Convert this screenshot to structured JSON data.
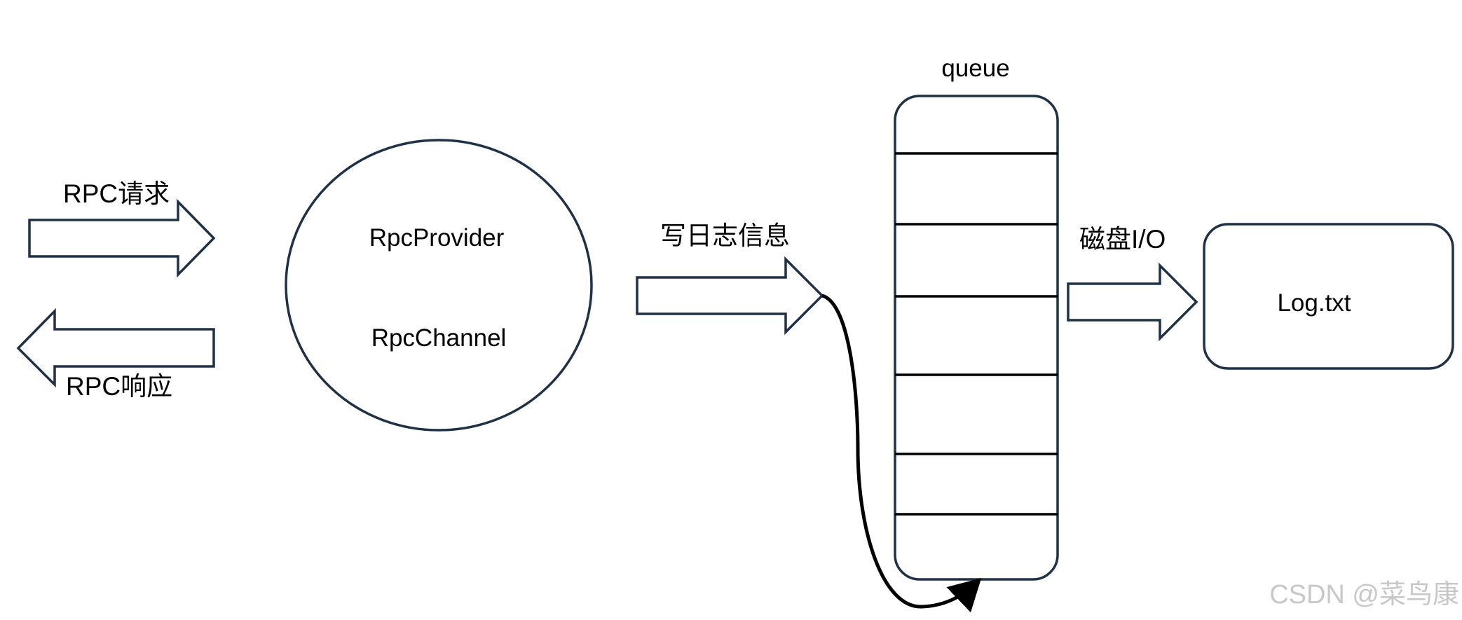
{
  "labels": {
    "rpc_request": "RPC请求",
    "rpc_response": "RPC响应",
    "rpc_provider": "RpcProvider",
    "rpc_channel": "RpcChannel",
    "write_log": "写日志信息",
    "queue": "queue",
    "disk_io": "磁盘I/O",
    "log_file": "Log.txt"
  },
  "watermark": "CSDN @菜鸟康",
  "colors": {
    "stroke": "#1f3147",
    "curve": "#000000",
    "text": "#000000",
    "watermark": "#c8c8c8"
  }
}
